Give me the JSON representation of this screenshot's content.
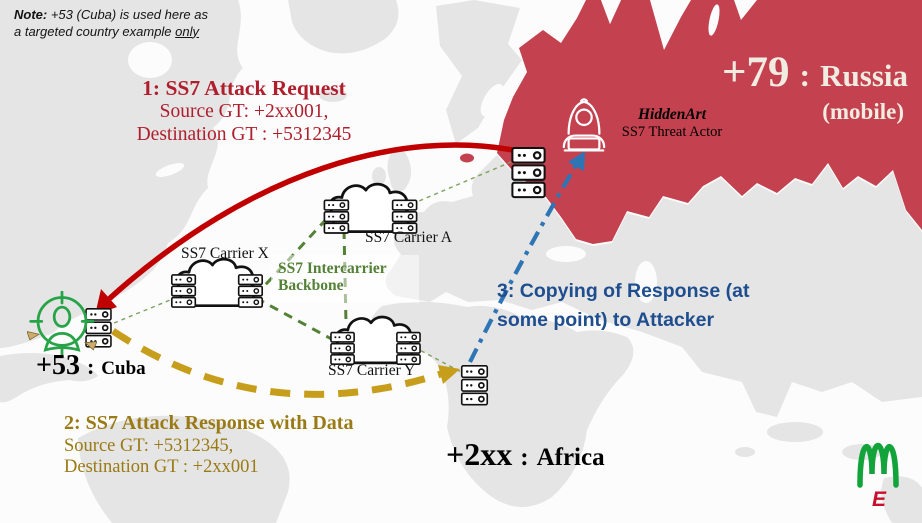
{
  "note": {
    "prefix": "Note:",
    "line1_rest": " +53 (Cuba) is used here as",
    "line2_start": "a targeted country example ",
    "line2_underline": "only"
  },
  "step1": {
    "title": "1: SS7 Attack Request",
    "source": "Source GT: +2xx001,",
    "destination": "Destination GT : +5312345"
  },
  "step2": {
    "title": "2: SS7 Attack Response with Data",
    "source": "Source GT: +5312345,",
    "destination": "Destination GT : +2xx001"
  },
  "step3": {
    "line1": "3: Copying of Response (at",
    "line2": "some point) to Attacker"
  },
  "regions": {
    "russia": {
      "code": "+79",
      "separator": ":",
      "name": "Russia",
      "qualifier": "(mobile)"
    },
    "cuba": {
      "code": "+53",
      "separator": ":",
      "name": "Cuba"
    },
    "africa": {
      "code": "+2xx",
      "separator": ":",
      "name": "Africa"
    }
  },
  "attacker": {
    "name": "HiddenArt",
    "role": "SS7 Threat Actor"
  },
  "network": {
    "carrier_x": "SS7 Carrier X",
    "carrier_a": "SS7 Carrier A",
    "carrier_y": "SS7 Carrier Y",
    "backbone_line1": "SS7 Intercarrier",
    "backbone_line2": "Backbone"
  },
  "logo": {
    "letter": "E"
  },
  "colors": {
    "russia_fill": "#C4424F",
    "attack_red": "#C00000",
    "red_text": "#AF1E2D",
    "response_gold": "#C79E1C",
    "gold_text": "#9A7A14",
    "backbone_green": "#538135",
    "thin_link_green": "#7CA35C",
    "copy_blue": "#2E75B6",
    "blue_text": "#1F4E8F",
    "target_green": "#27A348",
    "logo_green": "#12A33B",
    "logo_red": "#C8102E",
    "land_gray": "#E5E5E5",
    "cream_text": "#F1ECE2"
  }
}
